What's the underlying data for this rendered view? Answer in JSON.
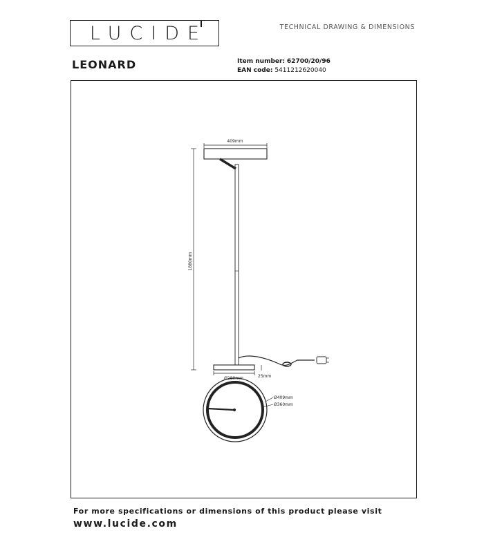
{
  "brand": {
    "logo_text": "LUCIDE"
  },
  "header": {
    "doc_type": "TECHNICAL DRAWING & DIMENSIONS"
  },
  "product": {
    "name": "LEONARD",
    "item_number_label": "Item number:",
    "item_number": "62700/20/96",
    "ean_label": "EAN code:",
    "ean": "5411212620040"
  },
  "drawing": {
    "dim_head_width": "409mm",
    "dim_height": "1880mm",
    "dim_base_diameter": "Ø280mm",
    "dim_base_thickness": "25mm",
    "dim_top_outer": "Ø409mm",
    "dim_top_inner": "Ø360mm"
  },
  "footer": {
    "text": "For more specifications or dimensions of this product please visit",
    "url": "www.lucide.com"
  }
}
